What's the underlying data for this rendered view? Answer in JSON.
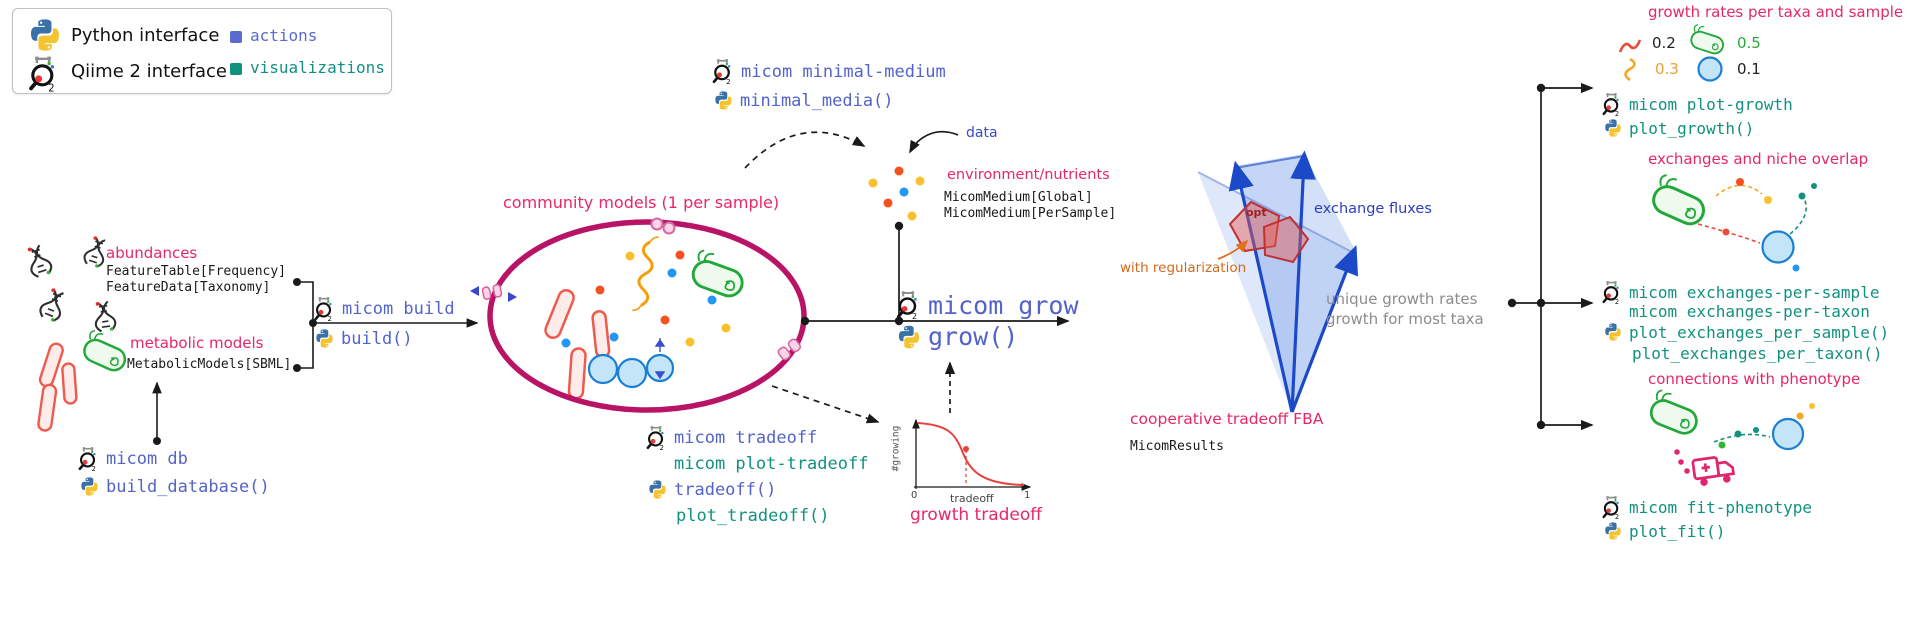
{
  "legend": {
    "python_label": "Python interface",
    "qiime_label": "Qiime 2 interface",
    "actions_label": "actions",
    "visualizations_label": "visualizations",
    "actions_color": "#5b6acf",
    "visualizations_color": "#12917f"
  },
  "inputs": {
    "abundances": {
      "header": "abundances",
      "types": [
        "FeatureTable[Frequency]",
        "FeatureData[Taxonomy]"
      ]
    },
    "models": {
      "header": "metabolic models",
      "type": "MetabolicModels[SBML]"
    },
    "db": {
      "qiime": "micom db",
      "python": "build_database()"
    }
  },
  "build": {
    "qiime": "micom build",
    "python": "build()"
  },
  "community": {
    "title": "community models (1 per sample)"
  },
  "medium": {
    "qiime": "micom minimal-medium",
    "python": "minimal_media()"
  },
  "environment": {
    "data_label": "data",
    "header": "environment/nutrients",
    "types": [
      "MicomMedium[Global]",
      "MicomMedium[PerSample]"
    ]
  },
  "grow": {
    "qiime": "micom grow",
    "python": "grow()"
  },
  "tradeoff": {
    "qiime": "micom tradeoff",
    "qiime_plot": "micom plot-tradeoff",
    "python": "tradeoff()",
    "python_plot": "plot_tradeoff()",
    "plot": {
      "ylabel": "#growing",
      "xlabel": "tradeoff",
      "xmin": "0",
      "xmax": "1",
      "title": "growth tradeoff"
    }
  },
  "fba": {
    "regularization": "with regularization",
    "opt": "opt",
    "exchange_fluxes": "exchange fluxes",
    "notes": [
      "unique growth rates",
      "growth for most taxa"
    ],
    "title": "cooperative tradeoff FBA",
    "result": "MicomResults"
  },
  "results": {
    "growth": {
      "header": "growth rates per taxa and sample",
      "rates": [
        "0.2",
        "0.5",
        "0.3",
        "0.1"
      ],
      "qiime": "micom plot-growth",
      "python": "plot_growth()"
    },
    "exchanges": {
      "header": "exchanges and niche overlap",
      "qiime": [
        "micom exchanges-per-sample",
        "micom exchanges-per-taxon"
      ],
      "python": [
        "plot_exchanges_per_sample()",
        "plot_exchanges_per_taxon()"
      ]
    },
    "phenotype": {
      "header": "connections with phenotype",
      "qiime": "micom fit-phenotype",
      "python": "plot_fit()"
    }
  }
}
